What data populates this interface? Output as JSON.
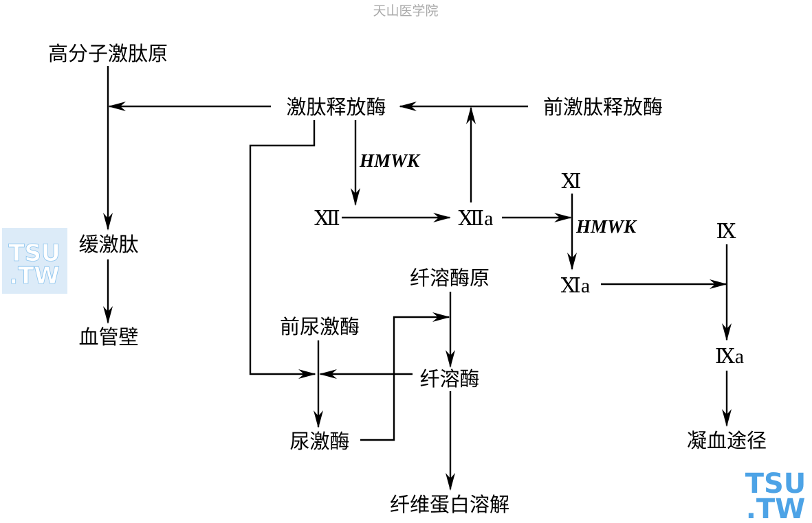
{
  "watermark": {
    "top_text": "天山医学院",
    "logo_text_top": "TSU",
    "logo_text_bottom": ".TW",
    "logo_color": "#4da3e6"
  },
  "nodes": {
    "hmw_kininogen": "高分子激肽原",
    "kallikrein": "激肽释放酶",
    "prekallikrein": "前激肽释放酶",
    "factor_xii": "Ⅻ",
    "factor_xiia": "Ⅻa",
    "factor_xi": "Ⅺ",
    "factor_xia": "Ⅺa",
    "factor_ix": "Ⅸ",
    "factor_ixa": "Ⅸa",
    "coagulation_pathway": "凝血途径",
    "bradykinin": "缓激肽",
    "vessel_wall": "血管壁",
    "plasminogen": "纤溶酶原",
    "prourokinase": "前尿激酶",
    "plasmin": "纤溶酶",
    "urokinase": "尿激酶",
    "fibrinolysis": "纤维蛋白溶解"
  },
  "edge_labels": {
    "hmwk_1": "HMWK",
    "hmwk_2": "HMWK"
  }
}
